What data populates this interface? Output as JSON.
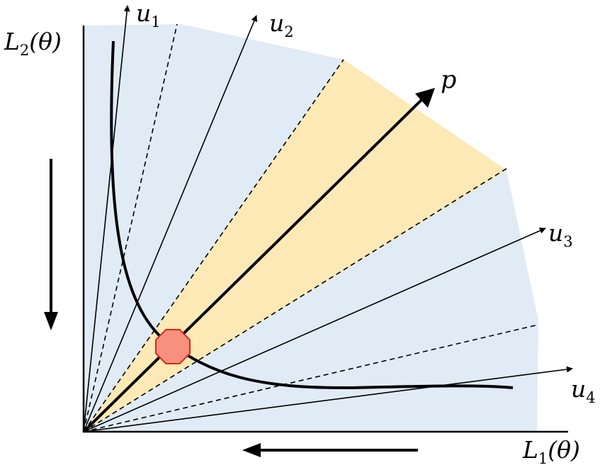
{
  "figure": {
    "axes": {
      "y_label": {
        "main": "L",
        "sub": "2",
        "arg": "(θ)"
      },
      "x_label": {
        "main": "L",
        "sub": "1",
        "arg": "(θ)"
      }
    },
    "rays": {
      "u1": {
        "main": "u",
        "sub": "1"
      },
      "u2": {
        "main": "u",
        "sub": "2"
      },
      "u3": {
        "main": "u",
        "sub": "3"
      },
      "u4": {
        "main": "u",
        "sub": "4"
      },
      "p": {
        "main": "p"
      }
    },
    "colors": {
      "region_fill": "#e0ebf6",
      "preference_fill": "#fde9b6",
      "marker_fill": "#f7917d",
      "marker_stroke": "#e2231a",
      "ink": "#000000"
    }
  }
}
